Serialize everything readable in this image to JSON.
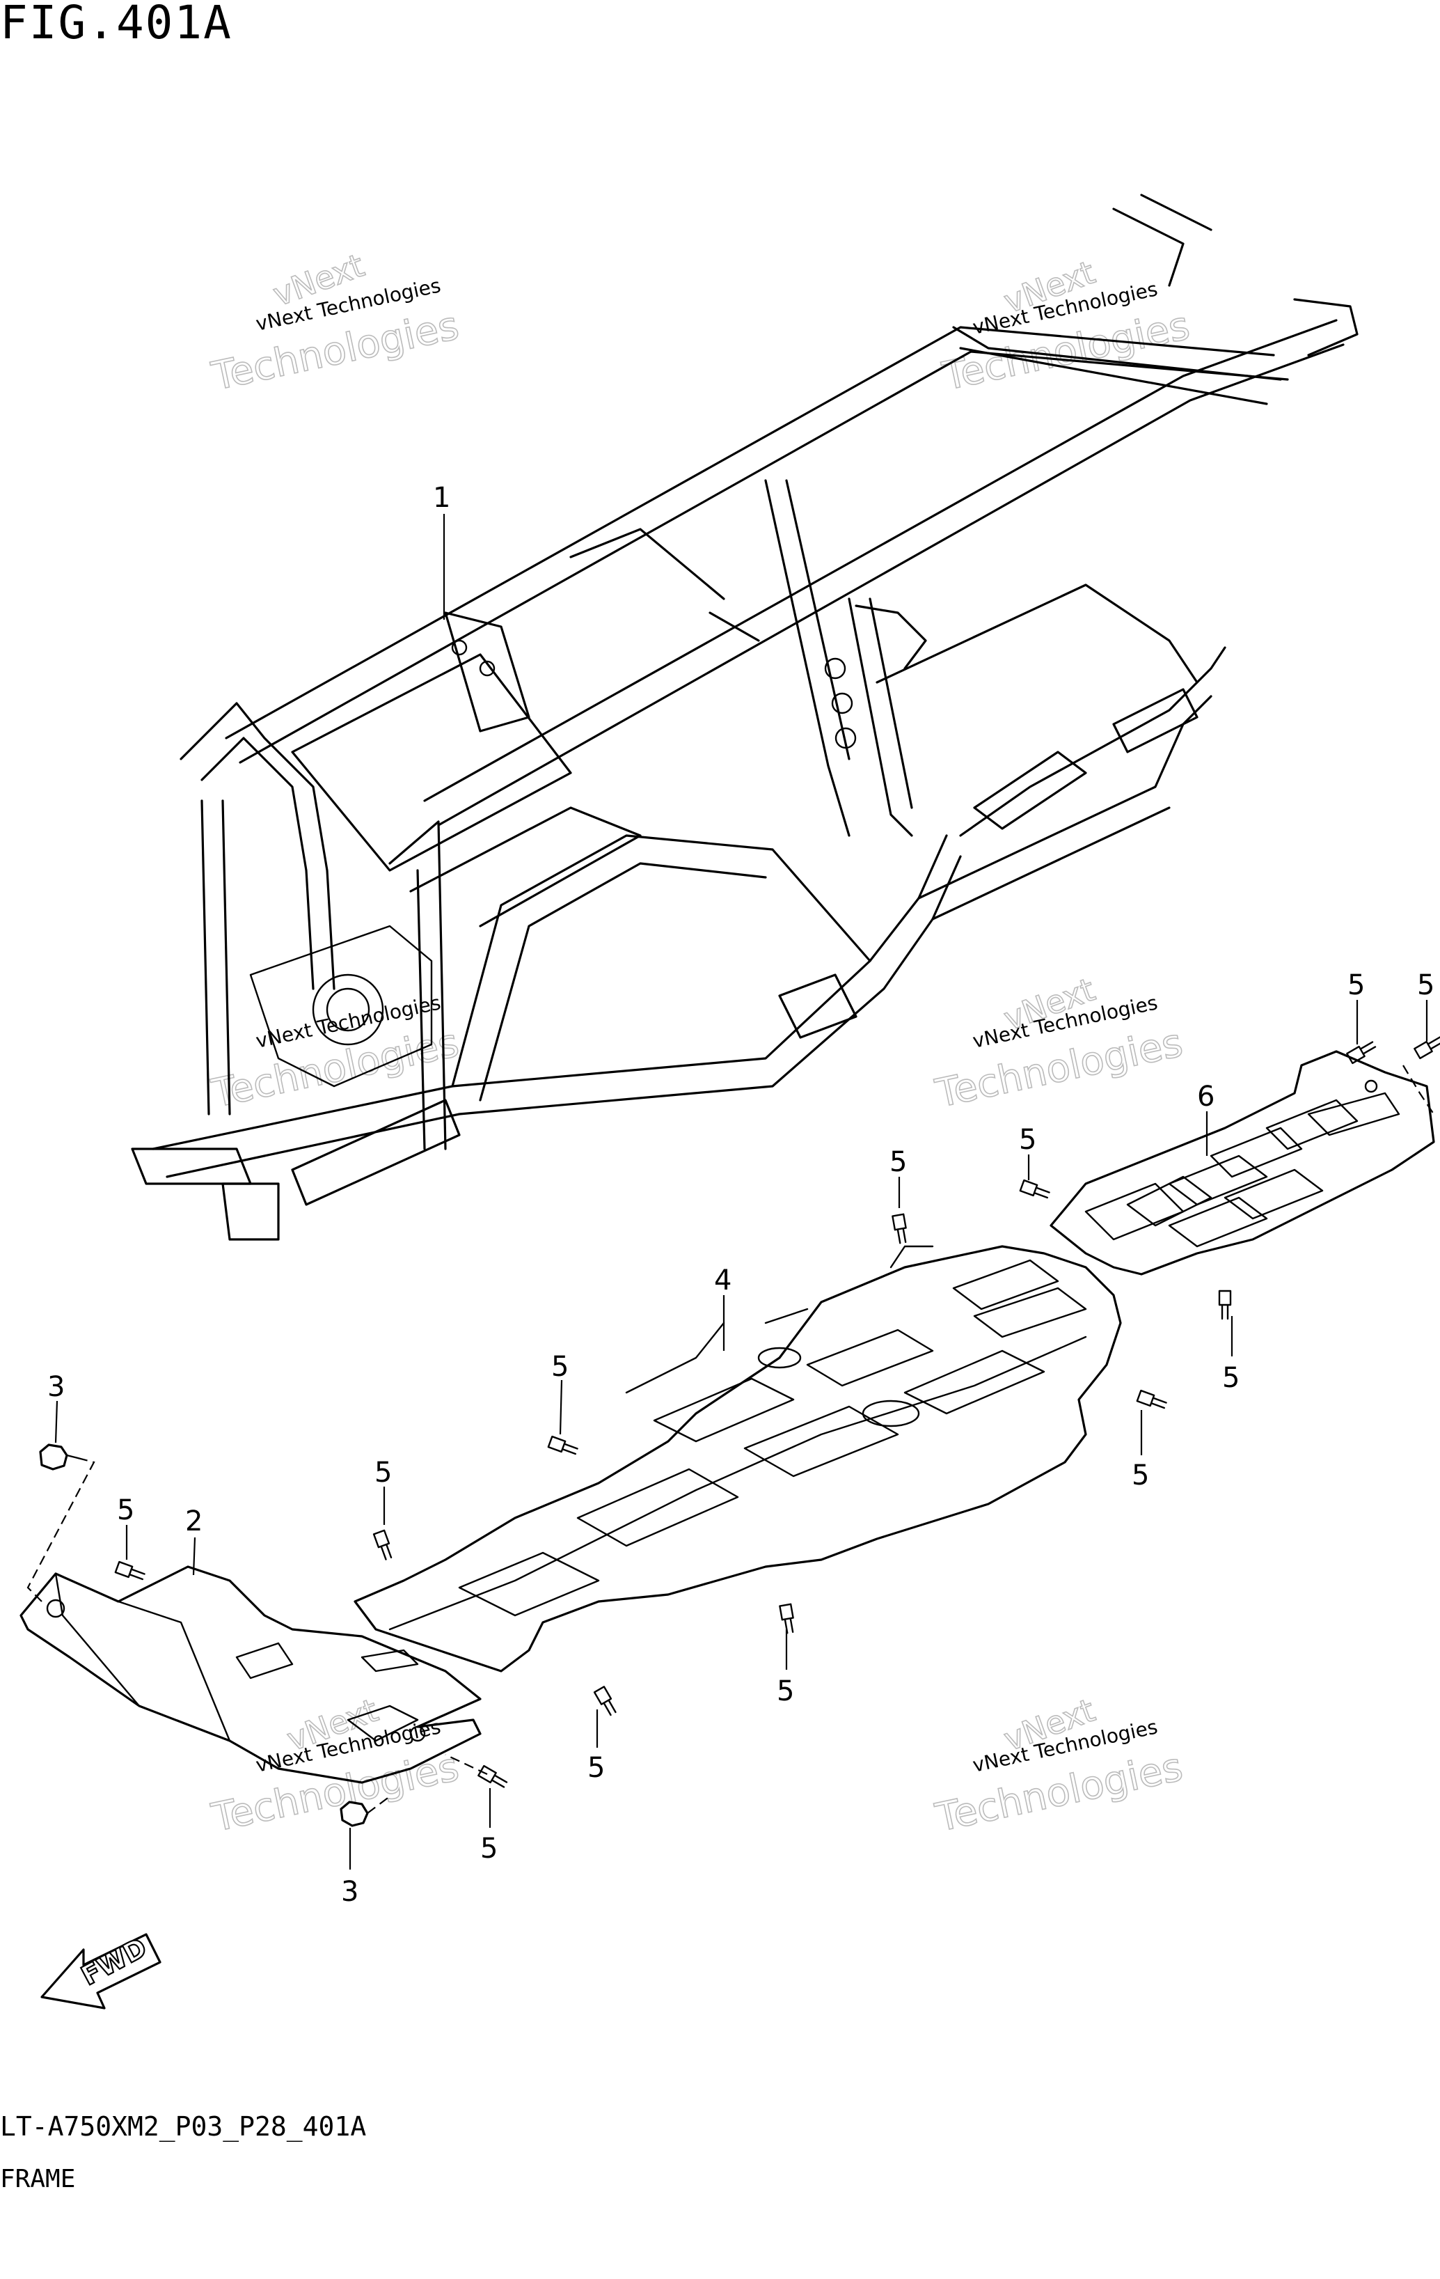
{
  "figure_title": "FIG.401A",
  "drawing_code": "LT-A750XM2_P03_P28_401A",
  "section_name": "FRAME",
  "watermark": {
    "small_text": "vNext Technologies",
    "big_text": "Technologies",
    "corner_text": "vNext"
  },
  "callouts": {
    "frame": "1",
    "front_guard": "2",
    "nut": "3",
    "center_guard": "4",
    "bolt": "5",
    "rear_guard": "6"
  },
  "fwd_label": "FWD",
  "colors": {
    "line": "#000000",
    "background": "#ffffff",
    "watermark": "#bbbbbb"
  },
  "icons": [
    "fwd-arrow-icon"
  ]
}
